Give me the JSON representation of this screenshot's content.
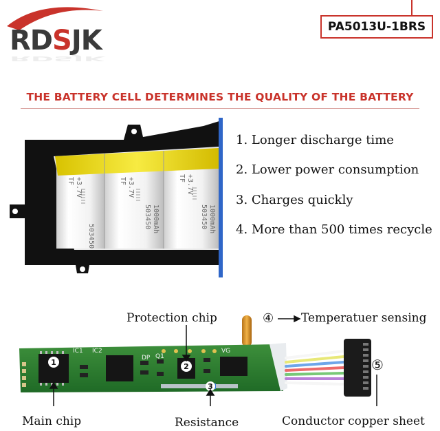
{
  "brand": {
    "name": "RDSJK",
    "accent": "#c9332b"
  },
  "model": "PA5013U-1BRS",
  "headline": "THE BATTERY CELL DETERMINES THE QUALITY OF THE BATTERY",
  "features": [
    "1. Longer discharge time",
    "2. Lower power consumption",
    "3. Charges quickly",
    "4. More than 500 times recycle"
  ],
  "cell_print": {
    "line1": "TF",
    "line2": "+3.7V",
    "line3": "1000mAh",
    "code": "503450"
  },
  "pcb_labels": {
    "protection_chip": "Protection chip",
    "temperature_sensing": "Temperatuer sensing",
    "main_chip": "Main chip",
    "resistance": "Resistance",
    "conductor": "Conductor copper sheet"
  },
  "markers": {
    "m1": "1",
    "m2": "2",
    "m3": "3",
    "m4": "④",
    "m5": "⑤"
  },
  "silkscreen": {
    "ic1": "IC1",
    "ic2": "IC2",
    "q1": "Q1",
    "vg": "VG",
    "dp": "DP"
  }
}
